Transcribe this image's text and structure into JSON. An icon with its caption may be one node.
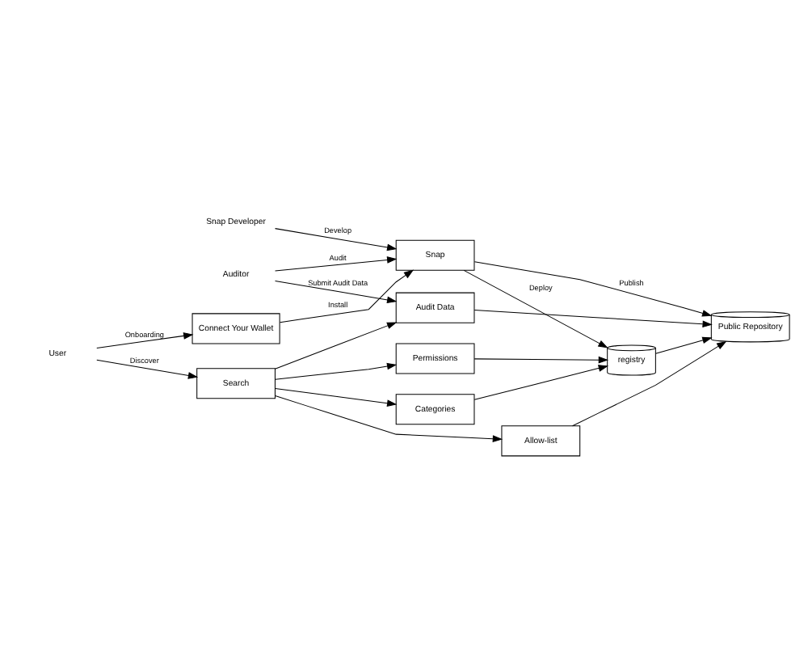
{
  "diagram": {
    "nodes": [
      {
        "text": [
          "User"
        ]
      },
      {
        "text": [
          "Snap Developer"
        ]
      },
      {
        "text": [
          "Auditor"
        ]
      },
      {
        "text": [
          "Search"
        ]
      },
      {
        "text": [
          "Connect Your Wallet"
        ]
      },
      {
        "text": [
          "Snap"
        ]
      },
      {
        "text": [
          "Categories"
        ]
      },
      {
        "text": [
          "Permissions"
        ]
      },
      {
        "text": [
          "Allow-list"
        ]
      },
      {
        "text": [
          "Audit Data"
        ]
      },
      {
        "text": [
          "Public Repository"
        ]
      },
      {
        "text": [
          "registry"
        ]
      }
    ],
    "edges": [
      {
        "from": 0,
        "to": 3,
        "arrow": "to",
        "label": "Discover"
      },
      {
        "from": 0,
        "to": 4,
        "arrow": "to",
        "label": "Onboarding"
      },
      {
        "from": 4,
        "to": 5,
        "arrow": "to",
        "label": "Install"
      },
      {
        "from": 1,
        "to": 5,
        "arrow": "to",
        "label": "Develop"
      },
      {
        "from": 2,
        "to": 5,
        "arrow": "to",
        "label": "Audit"
      },
      {
        "from": 2,
        "to": 9,
        "arrow": "to",
        "label": "Submit Audit Data"
      },
      {
        "from": 3,
        "to": 6,
        "arrow": "to"
      },
      {
        "from": 3,
        "to": 7,
        "arrow": "to"
      },
      {
        "from": 3,
        "to": 8,
        "arrow": "to"
      },
      {
        "from": 3,
        "to": 9,
        "arrow": "to"
      },
      {
        "from": 5,
        "to": 10,
        "arrow": "to",
        "label": "Publish"
      },
      {
        "from": 5,
        "to": 11,
        "arrow": "to",
        "label": "Deploy"
      },
      {
        "from": 6,
        "to": 11,
        "arrow": "to"
      },
      {
        "from": 7,
        "to": 11,
        "arrow": "to"
      },
      {
        "from": 8,
        "to": 10,
        "arrow": "to"
      },
      {
        "from": 9,
        "to": 10,
        "arrow": "to"
      },
      {
        "from": 11,
        "to": 10,
        "arrow": "to"
      }
    ]
  }
}
